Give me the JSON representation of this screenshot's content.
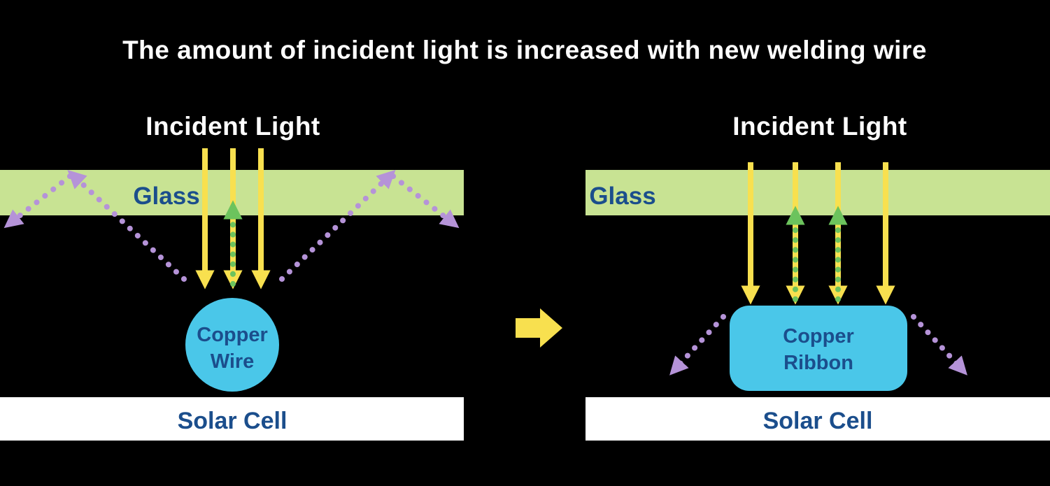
{
  "title": "The amount of incident light is increased with new welding wire",
  "colors": {
    "background": "#000000",
    "title_text": "#ffffff",
    "heading_text": "#ffffff",
    "glass_fill": "#c8e393",
    "label_blue": "#1b4e8c",
    "incident_yellow": "#f8e04f",
    "lost_purple": "#b593d8",
    "reflected_green": "#6cc35d",
    "conductor_cyan": "#4ac7e9",
    "solar_cell_fill": "#ffffff",
    "transition_yellow": "#f8e04f"
  },
  "left_panel": {
    "incident_light_label": "Incident Light",
    "glass_label": "Glass",
    "conductor_line1": "Copper",
    "conductor_line2": "Wire",
    "solar_cell_label": "Solar Cell",
    "incident_ray_count": 3,
    "reflected_up_ray_count": 1,
    "lost_ray_count": 2
  },
  "right_panel": {
    "incident_light_label": "Incident Light",
    "glass_label": "Glass",
    "conductor_line1": "Copper",
    "conductor_line2": "Ribbon",
    "solar_cell_label": "Solar Cell",
    "incident_ray_count": 4,
    "reflected_up_ray_count": 2,
    "lost_ray_count": 2
  }
}
